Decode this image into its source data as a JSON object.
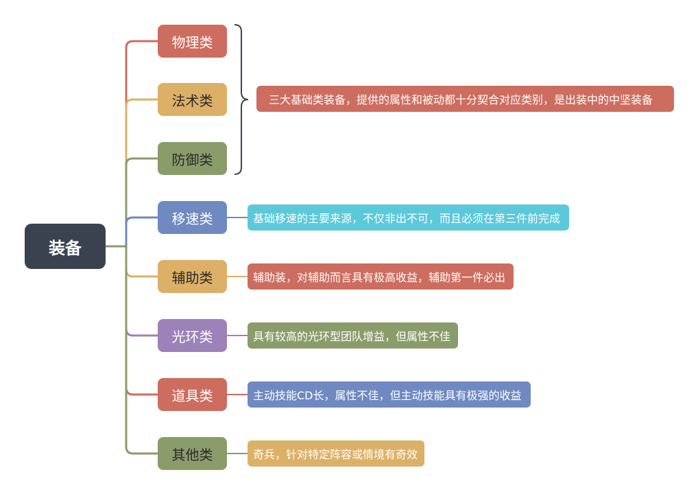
{
  "root": {
    "label": "装备"
  },
  "categories": [
    {
      "label": "物理类",
      "color": "#cd6d5f"
    },
    {
      "label": "法术类",
      "color": "#dcb066"
    },
    {
      "label": "防御类",
      "color": "#8a9c6a"
    },
    {
      "label": "移速类",
      "color": "#6f89c1"
    },
    {
      "label": "辅助类",
      "color": "#dcb066"
    },
    {
      "label": "光环类",
      "color": "#9c82b8"
    },
    {
      "label": "道具类",
      "color": "#cd6d5f"
    },
    {
      "label": "其他类",
      "color": "#8a9c6a"
    }
  ],
  "notes": {
    "basic": "三大基础类装备，提供的属性和被动都十分契合对应类别，是出装中的中坚装备",
    "speed": "基础移速的主要来源，不仅非出不可，而且必须在第三件前完成",
    "support": "辅助装，对辅助而言具有极高收益，辅助第一件必出",
    "aura": "具有较高的光环型团队增益，但属性不佳",
    "item": "主动技能CD长，属性不佳，但主动技能具有极强的收益",
    "other": "奇兵，针对特定阵容或情境有奇效"
  },
  "colors": {
    "root": "#3a4250",
    "brace": "#3a4250",
    "note_cyan": "#5bc9da"
  }
}
